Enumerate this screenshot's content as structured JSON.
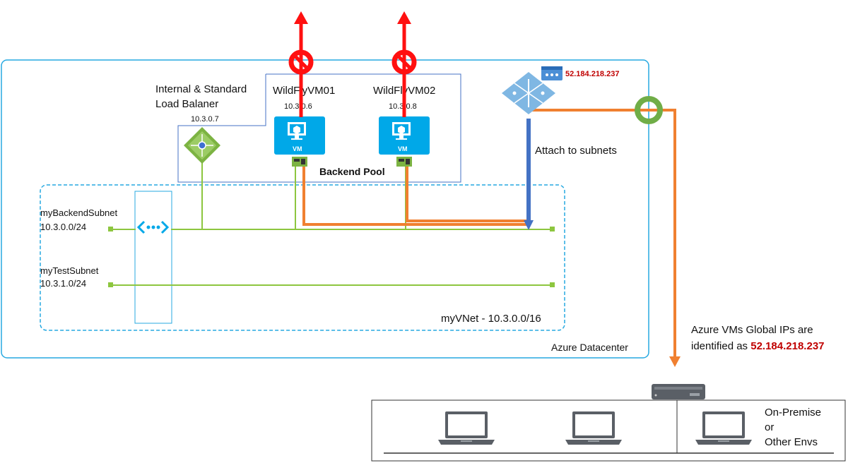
{
  "datacenter": {
    "label": "Azure Datacenter"
  },
  "vnet": {
    "label": "myVNet - 10.3.0.0/16"
  },
  "load_balancer": {
    "title_line1": "Internal & Standard",
    "title_line2": "Load Balaner",
    "ip": "10.3.0.7"
  },
  "backend_pool": {
    "label": "Backend Pool"
  },
  "vms": [
    {
      "name": "WildFlyVM01",
      "ip": "10.3.0.6",
      "badge": "VM"
    },
    {
      "name": "WildFlyVM02",
      "ip": "10.3.0.8",
      "badge": "VM"
    }
  ],
  "subnets": [
    {
      "name": "myBackendSubnet",
      "cidr": "10.3.0.0/24"
    },
    {
      "name": "myTestSubnet",
      "cidr": "10.3.1.0/24"
    }
  ],
  "nat_gateway": {
    "public_ip": "52.184.218.237",
    "attach_label": "Attach to subnets"
  },
  "global_ip_note": {
    "line1": "Azure VMs Global IPs are",
    "line2_prefix": "identified as ",
    "ip": "52.184.218.237"
  },
  "on_premise": {
    "line1": "On-Premise",
    "line2": "or",
    "line3": "Other Envs"
  },
  "colors": {
    "azure_border": "#27a9e1",
    "line_green": "#8dc63f",
    "route_orange": "#f08030",
    "attach_blue": "#4472c4",
    "blocked_red": "#ff1010",
    "ip_red": "#c00000",
    "vm_cyan": "#00a8e8",
    "allowed_green": "#70ad47"
  }
}
